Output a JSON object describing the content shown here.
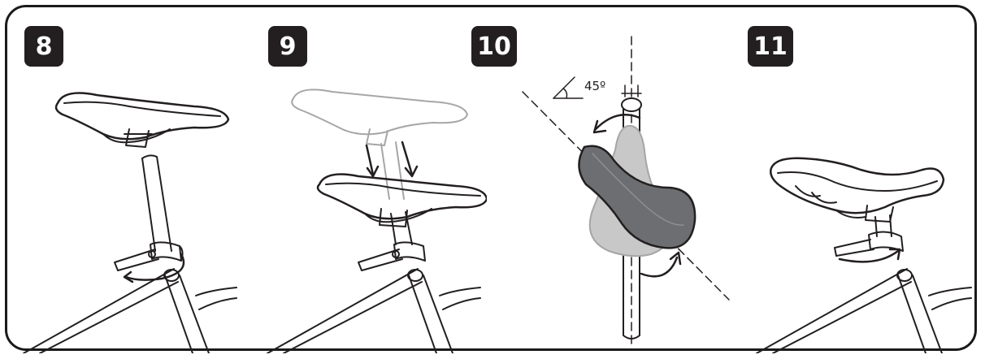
{
  "steps": [
    {
      "number": "8"
    },
    {
      "number": "9"
    },
    {
      "number": "10",
      "angle_label": "45º"
    },
    {
      "number": "11"
    }
  ],
  "colors": {
    "badge": "#231f20",
    "line": "#231f20",
    "faded": "#a6a6a6",
    "saddle_dark": "#6d6e71",
    "saddle_light": "#c8c8c8"
  }
}
